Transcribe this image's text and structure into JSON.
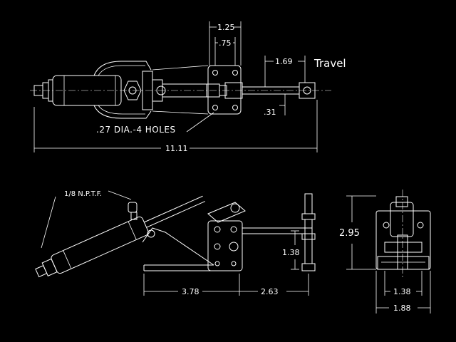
{
  "labels": {
    "travel": "Travel",
    "holes_note": ".27 DIA.-4 HOLES",
    "thread_note": "1/8 N.P.T.F."
  },
  "dimensions": {
    "top_width_1": "1.25",
    "top_width_2": ".75",
    "travel_value": "1.69",
    "offset": ".31",
    "overall_length": "11.11",
    "height_138": "1.38",
    "left_length": "3.78",
    "right_length": "2.63",
    "height_295": "2.95",
    "base_138": "1.38",
    "base_188": "1.88"
  },
  "colors": {
    "background": "#000000",
    "line": "#ffffff"
  }
}
